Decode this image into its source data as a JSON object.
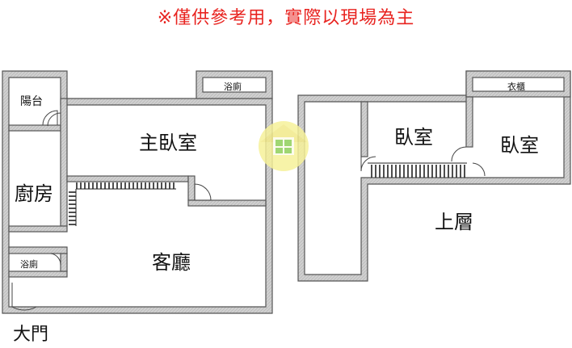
{
  "disclaimer": "※僅供參考用，實際以現場為主",
  "left_plan": {
    "balcony": "陽台",
    "bath_top": "浴廁",
    "master_bedroom": "主臥室",
    "kitchen": "廚房",
    "bath_bottom": "浴廁",
    "living_room": "客廳",
    "front_door": "大門"
  },
  "right_plan": {
    "closet": "衣櫃",
    "bedroom_1": "臥室",
    "bedroom_2": "臥室",
    "upper_floor": "上層"
  },
  "colors": {
    "wall_outline": "#4d4d4d",
    "wall_fill": "#c9c9c9",
    "disclaimer_red": "#e8231f",
    "watermark_yellow": "#f6f19a",
    "watermark_green": "#8fcf5a"
  }
}
